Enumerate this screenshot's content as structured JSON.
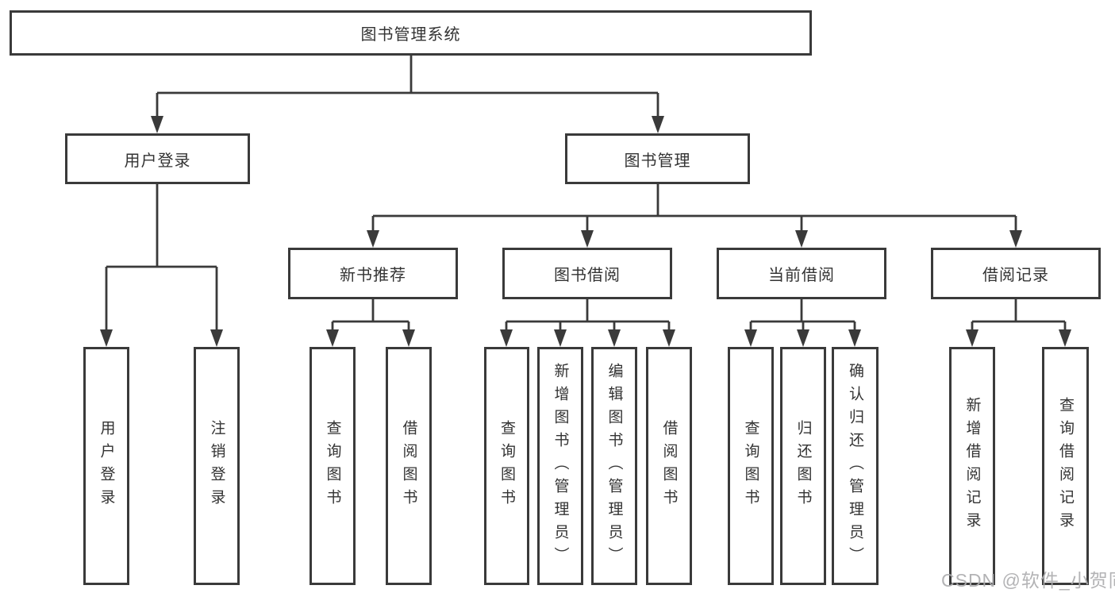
{
  "diagram_title": "图书管理系统",
  "tree": {
    "root": {
      "label": "图书管理系统"
    },
    "children": [
      {
        "label": "用户登录",
        "children": [
          {
            "label": "用户登录"
          },
          {
            "label": "注销登录"
          }
        ]
      },
      {
        "label": "图书管理",
        "children": [
          {
            "label": "新书推荐",
            "children": [
              {
                "label": "查询图书"
              },
              {
                "label": "借阅图书"
              }
            ]
          },
          {
            "label": "图书借阅",
            "children": [
              {
                "label": "查询图书"
              },
              {
                "label": "新增图书（管理员）"
              },
              {
                "label": "编辑图书（管理员）"
              },
              {
                "label": "借阅图书"
              }
            ]
          },
          {
            "label": "当前借阅",
            "children": [
              {
                "label": "查询图书"
              },
              {
                "label": "归还图书"
              },
              {
                "label": "确认归还（管理员）"
              }
            ]
          },
          {
            "label": "借阅记录",
            "children": [
              {
                "label": "新增借阅记录"
              },
              {
                "label": "查询借阅记录"
              }
            ]
          }
        ]
      }
    ]
  },
  "watermark": {
    "text": "CSDN @软件_小贺同学"
  },
  "colors": {
    "line": "#3a3a3a",
    "box_border": "#3a3a3a",
    "text": "#333333",
    "watermark": "#acacaf",
    "background": "#ffffff"
  }
}
